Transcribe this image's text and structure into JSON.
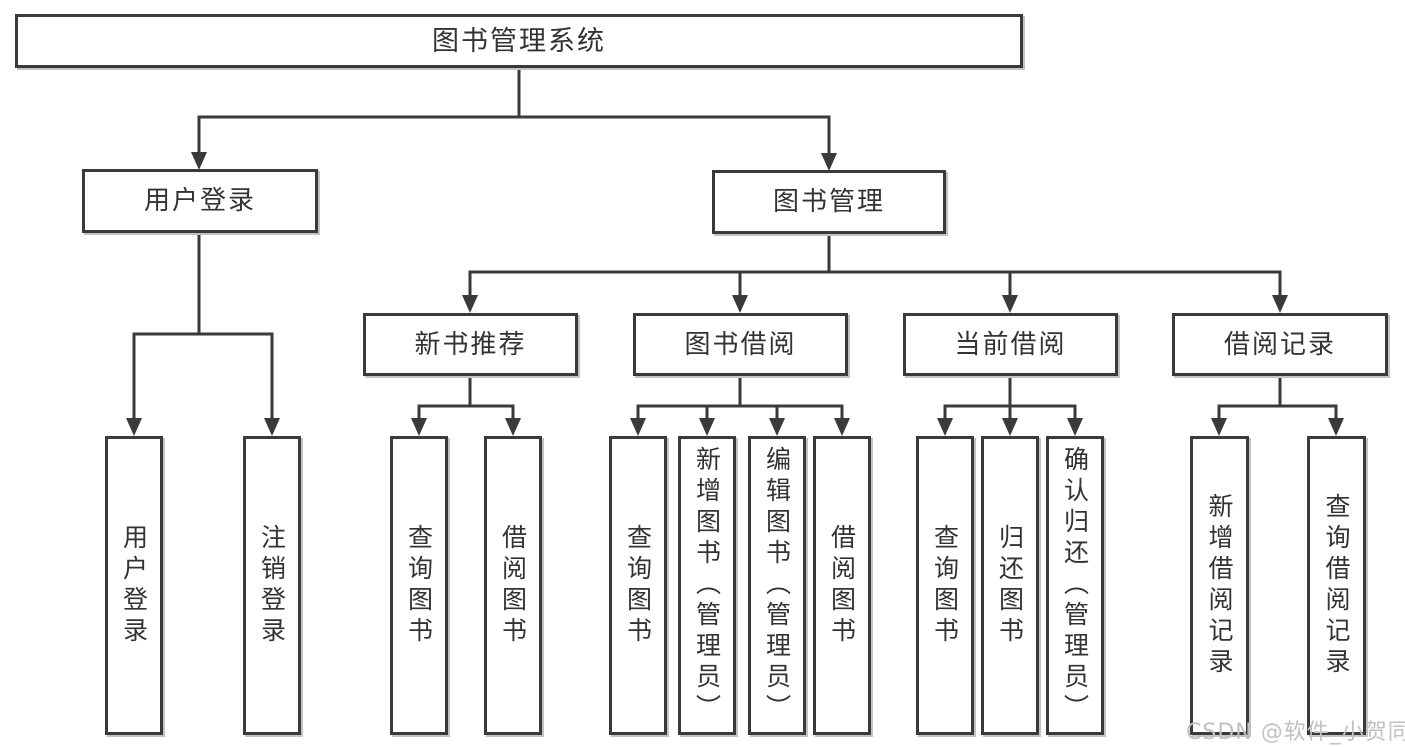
{
  "colors": {
    "line": "#3a3a3a",
    "box_border": "#3a3a3a",
    "box_background": "#ffffff",
    "text": "#333333",
    "watermark": "#c2c1c1"
  },
  "watermark": "CSDN @软件_小贺同学",
  "tree": {
    "label": "图书管理系统",
    "children": [
      {
        "label": "用户登录",
        "children": [
          {
            "label": "用户登录"
          },
          {
            "label": "注销登录"
          }
        ]
      },
      {
        "label": "图书管理",
        "children": [
          {
            "label": "新书推荐",
            "children": [
              {
                "label": "查询图书"
              },
              {
                "label": "借阅图书"
              }
            ]
          },
          {
            "label": "图书借阅",
            "children": [
              {
                "label": "查询图书"
              },
              {
                "label": "新增图书（管理员）"
              },
              {
                "label": "编辑图书（管理员）"
              },
              {
                "label": "借阅图书"
              }
            ]
          },
          {
            "label": "当前借阅",
            "children": [
              {
                "label": "查询图书"
              },
              {
                "label": "归还图书"
              },
              {
                "label": "确认归还（管理员）"
              }
            ]
          },
          {
            "label": "借阅记录",
            "children": [
              {
                "label": "新增借阅记录"
              },
              {
                "label": "查询借阅记录"
              }
            ]
          }
        ]
      }
    ]
  }
}
